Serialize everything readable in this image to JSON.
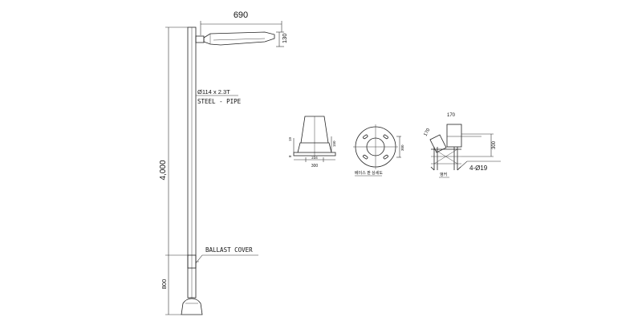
{
  "drawing": {
    "dim_width_top": "690",
    "dim_head_height": "130",
    "pipe_spec": "Ø114 x 2.3T",
    "pipe_material": "STEEL - PIPE",
    "dim_total_height": "4,000",
    "ballast_label": "BALLAST COVER",
    "dim_base_height": "800"
  },
  "details": {
    "side": {
      "dim_base": "300",
      "dim_inner": "234",
      "dim_right": "150",
      "dim_left_top": "19",
      "dim_left_bottom": "8"
    },
    "plan": {
      "dim_right": "300",
      "caption": "베이스 판 상세도"
    },
    "anchor": {
      "dim_top": "170",
      "dim_diag": "170",
      "dim_height": "300",
      "dim_bolts": "4-Ø19",
      "caption": "앵커"
    }
  },
  "colors": {
    "line": "#222222",
    "background": "#ffffff"
  }
}
